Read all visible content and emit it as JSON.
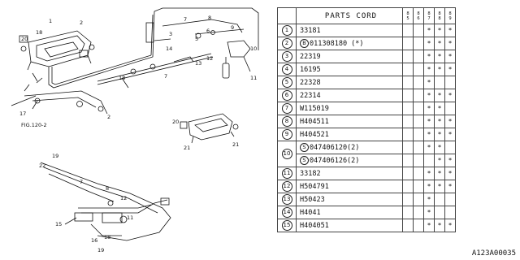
{
  "table": {
    "header_title": "PARTS CORD",
    "year_headers": [
      "85",
      "86",
      "87",
      "88",
      "89"
    ],
    "rows": [
      {
        "no": "1",
        "prefix": "",
        "part": "33181",
        "marks": [
          "",
          "",
          "*",
          "*",
          "*"
        ]
      },
      {
        "no": "2",
        "prefix": "B",
        "part": "011308180 (*)",
        "marks": [
          "",
          "",
          "*",
          "*",
          "*"
        ]
      },
      {
        "no": "3",
        "prefix": "",
        "part": "22319",
        "marks": [
          "",
          "",
          "*",
          "*",
          "*"
        ]
      },
      {
        "no": "4",
        "prefix": "",
        "part": "16195",
        "marks": [
          "",
          "",
          "*",
          "*",
          "*"
        ]
      },
      {
        "no": "5",
        "prefix": "",
        "part": "22328",
        "marks": [
          "",
          "",
          "*",
          "",
          ""
        ]
      },
      {
        "no": "6",
        "prefix": "",
        "part": "22314",
        "marks": [
          "",
          "",
          "*",
          "*",
          "*"
        ]
      },
      {
        "no": "7",
        "prefix": "",
        "part": "W115019",
        "marks": [
          "",
          "",
          "*",
          "*",
          ""
        ]
      },
      {
        "no": "8",
        "prefix": "",
        "part": "H404511",
        "marks": [
          "",
          "",
          "*",
          "*",
          "*"
        ]
      },
      {
        "no": "9",
        "prefix": "",
        "part": "H404521",
        "marks": [
          "",
          "",
          "*",
          "*",
          "*"
        ]
      },
      {
        "no": "10",
        "prefix": "S",
        "part": "047406120(2)",
        "marks": [
          "",
          "",
          "*",
          "*",
          ""
        ]
      },
      {
        "no": "",
        "prefix": "S",
        "part": "047406126(2)",
        "marks": [
          "",
          "",
          "",
          "*",
          "*"
        ]
      },
      {
        "no": "11",
        "prefix": "",
        "part": "33182",
        "marks": [
          "",
          "",
          "*",
          "*",
          "*"
        ]
      },
      {
        "no": "12",
        "prefix": "",
        "part": "H504791",
        "marks": [
          "",
          "",
          "*",
          "*",
          "*"
        ]
      },
      {
        "no": "13",
        "prefix": "",
        "part": "H50423",
        "marks": [
          "",
          "",
          "*",
          "",
          ""
        ]
      },
      {
        "no": "14",
        "prefix": "",
        "part": "H4041",
        "marks": [
          "",
          "",
          "*",
          "",
          ""
        ]
      },
      {
        "no": "15",
        "prefix": "",
        "part": "H404051",
        "marks": [
          "",
          "",
          "*",
          "*",
          "*"
        ]
      }
    ]
  },
  "diagram": {
    "fig_ref": "FIG.120-2",
    "callouts": [
      "1",
      "2",
      "3",
      "4",
      "5",
      "6",
      "7",
      "8",
      "9",
      "10",
      "11",
      "12",
      "13",
      "14",
      "15",
      "16",
      "17",
      "18",
      "19",
      "20",
      "21",
      "22"
    ]
  },
  "footer_code": "A123A00035"
}
